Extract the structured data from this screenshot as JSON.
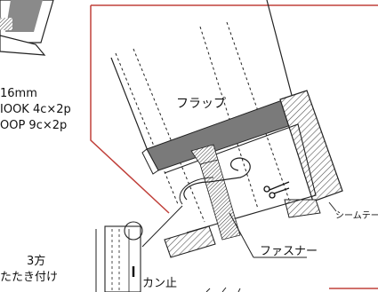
{
  "labels": {
    "spec_line1": "16mm",
    "spec_line2": "IOOK  4c×2p",
    "spec_line3": "OOP  9c×2p",
    "flap": "フラップ",
    "seam_tape": "シームテープ",
    "zipper": "ファスナー",
    "three_side_line1": "3方",
    "three_side_line2": "たたき付け",
    "bartack": "カン止"
  },
  "icons": {
    "scissors": "scissors-icon"
  },
  "colors": {
    "frame_red": "#c0403a",
    "flap_band": "#7a7a7a",
    "hatch": "#555555",
    "ink": "#111111"
  }
}
